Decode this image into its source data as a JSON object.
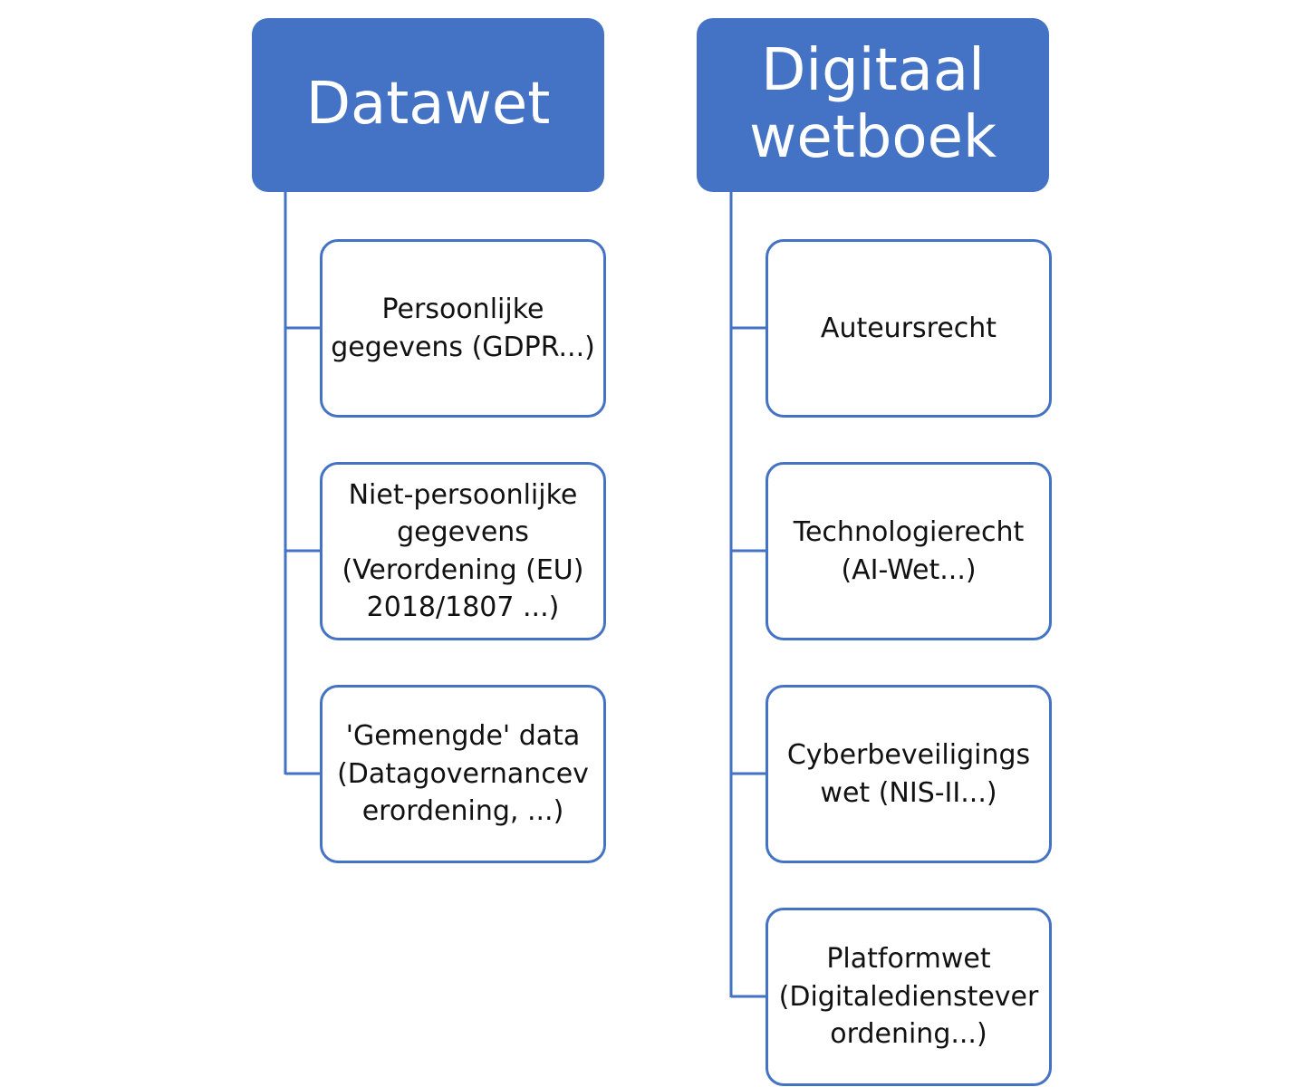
{
  "colors": {
    "accent": "#4472C4",
    "header_text": "#FFFFFF",
    "node_text": "#111111",
    "background": "#FFFFFF"
  },
  "columns": [
    {
      "title": "Datawet",
      "items": [
        "Persoonlijke\ngegevens (GDPR...)",
        "Niet-persoonlijke\ngegevens\n(Verordening (EU)\n2018/1807 ...)",
        "'Gemengde' data\n(Datagovernancev\nerordening, ...)"
      ]
    },
    {
      "title": "Digitaal\nwetboek",
      "items": [
        "Auteursrecht",
        "Technologierecht\n(AI-Wet...)",
        "Cyberbeveiligings\nwet (NIS-II...)",
        "Platformwet\n(Digitaledienstever\nordening...)"
      ]
    }
  ]
}
